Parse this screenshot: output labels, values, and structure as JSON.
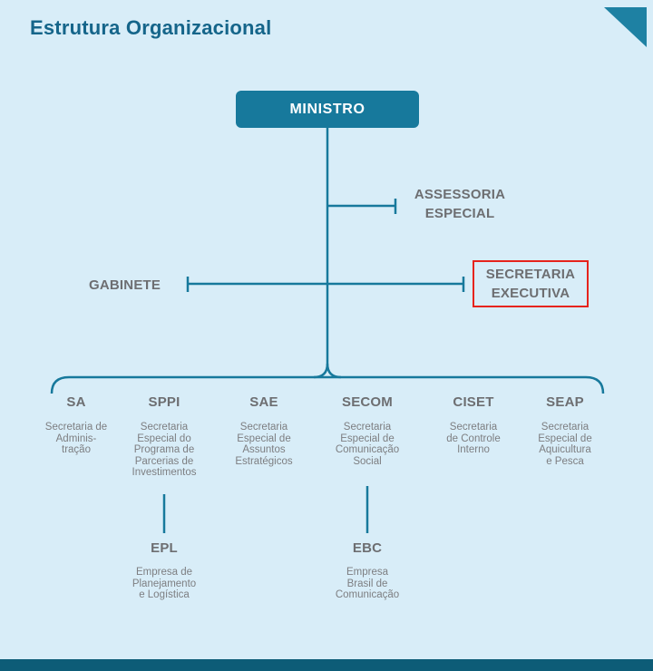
{
  "page": {
    "title": "Estrutura Organizacional"
  },
  "colors": {
    "background": "#d8edf8",
    "accent_teal": "#17799c",
    "title_text": "#15658a",
    "node_fill": "#17799c",
    "node_text": "#ffffff",
    "label_text": "#6d6e71",
    "description_text": "#7d7e81",
    "highlight_border": "#e6241c",
    "footer_bar": "#0d5c77"
  },
  "org": {
    "root": {
      "label": "MINISTRO"
    },
    "assessoria": {
      "label": "ASSESSORIA\nESPECIAL"
    },
    "gabinete": {
      "label": "GABINETE"
    },
    "secretaria_executiva": {
      "label": "SECRETARIA\nEXECUTIVA",
      "highlighted": true
    },
    "departments": [
      {
        "acronym": "SA",
        "name": "Secretaria de\nAdminis-\ntração"
      },
      {
        "acronym": "SPPI",
        "name": "Secretaria\nEspecial do\nPrograma de\nParcerias de\nInvestimentos"
      },
      {
        "acronym": "SAE",
        "name": "Secretaria\nEspecial de\nAssuntos\nEstratégicos"
      },
      {
        "acronym": "SECOM",
        "name": "Secretaria\nEspecial de\nComunicação\nSocial"
      },
      {
        "acronym": "CISET",
        "name": "Secretaria\nde Controle\nInterno"
      },
      {
        "acronym": "SEAP",
        "name": "Secretaria\nEspecial de\nAquicultura\ne Pesca"
      }
    ],
    "subsidiaries": [
      {
        "parent": "SPPI",
        "acronym": "EPL",
        "name": "Empresa de\nPlanejamento\ne Logística"
      },
      {
        "parent": "SECOM",
        "acronym": "EBC",
        "name": "Empresa\nBrasil de\nComunicação"
      }
    ]
  }
}
